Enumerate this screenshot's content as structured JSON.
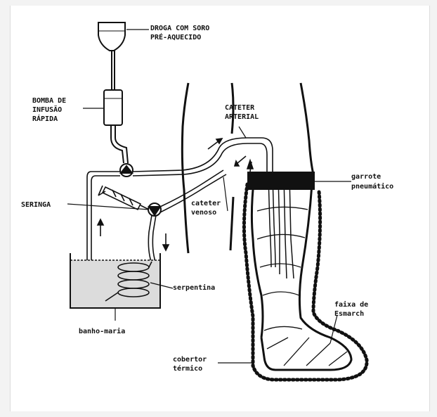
{
  "labels": {
    "drug_line1": "DROGA COM SORO",
    "drug_line2": "PRÉ-AQUECIDO",
    "pump_line1": "BOMBA DE",
    "pump_line2": "INFUSÃO",
    "pump_line3": "RÁPIDA",
    "syringe": "SERINGA",
    "arterial_line1": "CATETER",
    "arterial_line2": "ARTERIAL",
    "tourniquet_line1": "garrote",
    "tourniquet_line2": "pneumático",
    "venous_line1": "cateter",
    "venous_line2": "venoso",
    "coil": "serpentina",
    "water_bath": "banho-maria",
    "esmarch_line1": "faixa de",
    "esmarch_line2": "Esmarch",
    "blanket_line1": "cobertor",
    "blanket_line2": "térmico"
  },
  "colors": {
    "ink": "#111111",
    "water": "#d9d9d9",
    "frame_bg": "#ffffff",
    "page_bg": "#f3f3f3"
  }
}
